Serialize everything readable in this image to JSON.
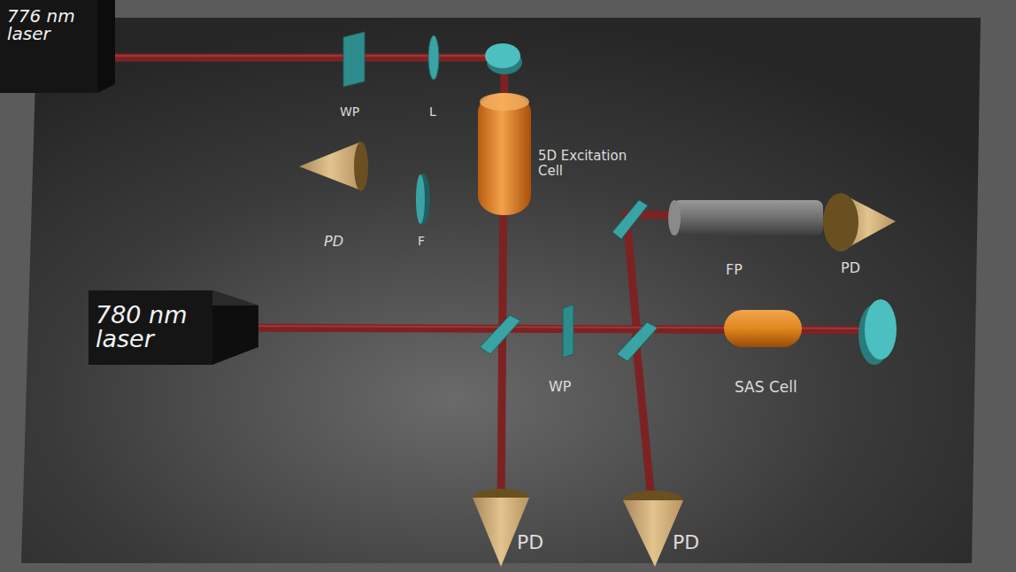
{
  "diagram": {
    "nodes": [
      {
        "text": [
          "776 nm laser"
        ]
      },
      {
        "text": [
          "780 nm laser"
        ]
      }
    ],
    "labels": [
      "WP",
      "L",
      "5D Excitation Cell",
      "PD",
      "F",
      "FP",
      "PD",
      "WP",
      "SAS Cell",
      "PD",
      "PD"
    ]
  }
}
